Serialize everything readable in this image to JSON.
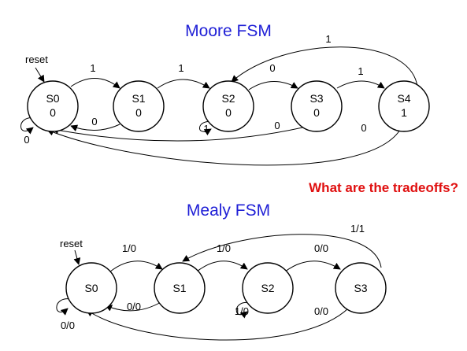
{
  "moore": {
    "title": "Moore FSM",
    "reset_label": "reset",
    "states": [
      {
        "name": "S0",
        "output": "0"
      },
      {
        "name": "S1",
        "output": "0"
      },
      {
        "name": "S2",
        "output": "0"
      },
      {
        "name": "S3",
        "output": "0"
      },
      {
        "name": "S4",
        "output": "1"
      }
    ],
    "transitions": [
      {
        "from": "S0",
        "to": "S1",
        "label": "1"
      },
      {
        "from": "S1",
        "to": "S0",
        "label": "0"
      },
      {
        "from": "S0",
        "to": "S0",
        "label": "0"
      },
      {
        "from": "S1",
        "to": "S2",
        "label": "1"
      },
      {
        "from": "S2",
        "to": "S2",
        "label": "1"
      },
      {
        "from": "S2",
        "to": "S3",
        "label": "0"
      },
      {
        "from": "S3",
        "to": "S0",
        "label": "0"
      },
      {
        "from": "S3",
        "to": "S4",
        "label": "1"
      },
      {
        "from": "S4",
        "to": "S2",
        "label": "1"
      },
      {
        "from": "S4",
        "to": "S0",
        "label": "0"
      }
    ]
  },
  "question": "What are the tradeoffs?",
  "mealy": {
    "title": "Mealy FSM",
    "reset_label": "reset",
    "states": [
      {
        "name": "S0"
      },
      {
        "name": "S1"
      },
      {
        "name": "S2"
      },
      {
        "name": "S3"
      }
    ],
    "transitions": [
      {
        "from": "S0",
        "to": "S1",
        "label": "1/0"
      },
      {
        "from": "S1",
        "to": "S0",
        "label": "0/0"
      },
      {
        "from": "S0",
        "to": "S0",
        "label": "0/0"
      },
      {
        "from": "S1",
        "to": "S2",
        "label": "1/0"
      },
      {
        "from": "S2",
        "to": "S2",
        "label": "1/0"
      },
      {
        "from": "S2",
        "to": "S3",
        "label": "0/0"
      },
      {
        "from": "S3",
        "to": "S1",
        "label": "1/1"
      },
      {
        "from": "S3",
        "to": "S0",
        "label": "0/0"
      }
    ]
  }
}
